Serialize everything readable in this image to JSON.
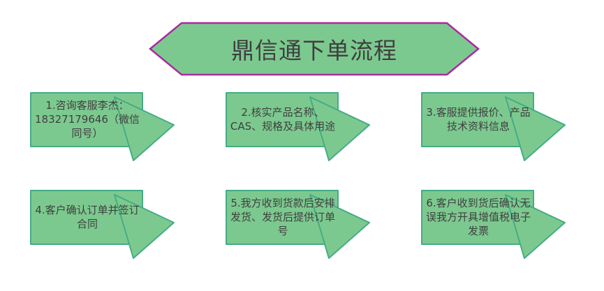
{
  "title": {
    "text": "鼎信通下单流程"
  },
  "steps": [
    {
      "text": "1.咨询客服李杰：18327179646（微信同号）"
    },
    {
      "text": "2.核实产品名称、CAS、规格及具体用途"
    },
    {
      "text": "3.客服提供报价、产品技术资料信息"
    },
    {
      "text": "4.客户确认订单并签订合同"
    },
    {
      "text": "5.我方收到货款后安排发货、发货后提供订单号"
    },
    {
      "text": "6.客户收到货后确认无误我方开具增值税电子发票"
    }
  ],
  "colors": {
    "shape_fill": "#7CC98F",
    "shape_stroke": "#44AC85",
    "title_stroke": "#A82BA0",
    "text_color": "#3F3F3F"
  }
}
